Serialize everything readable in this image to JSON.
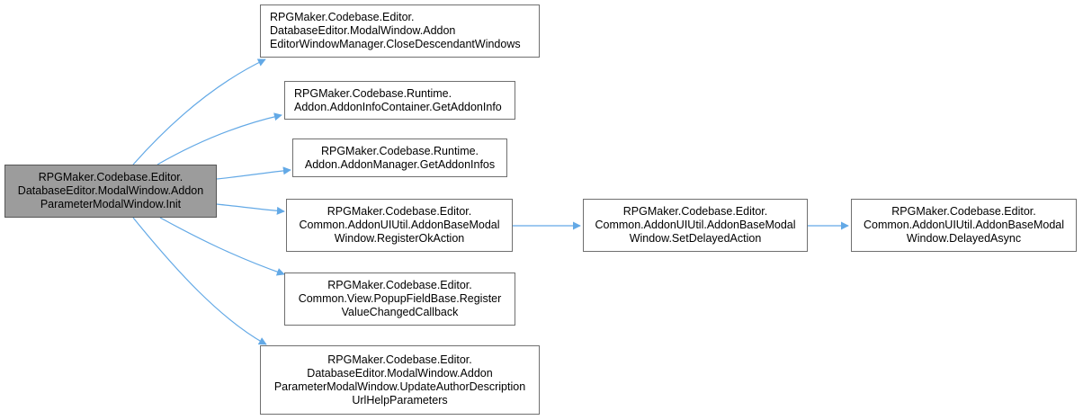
{
  "colors": {
    "edge": "#63a9e6",
    "root_fill": "#9c9c9c",
    "node_border": "#6f6f6f"
  },
  "nodes": {
    "root": {
      "lines": [
        "RPGMaker.Codebase.Editor.",
        "DatabaseEditor.ModalWindow.Addon",
        "ParameterModalWindow.Init"
      ]
    },
    "close": {
      "lines": [
        "RPGMaker.Codebase.Editor.",
        "DatabaseEditor.ModalWindow.Addon",
        "EditorWindowManager.CloseDescendantWindows"
      ]
    },
    "getinfo": {
      "lines": [
        "RPGMaker.Codebase.Runtime.",
        "Addon.AddonInfoContainer.GetAddonInfo"
      ]
    },
    "getinfos": {
      "lines": [
        "RPGMaker.Codebase.Runtime.",
        "Addon.AddonManager.GetAddonInfos"
      ]
    },
    "regok": {
      "lines": [
        "RPGMaker.Codebase.Editor.",
        "Common.AddonUIUtil.AddonBaseModal",
        "Window.RegisterOkAction"
      ]
    },
    "popup": {
      "lines": [
        "RPGMaker.Codebase.Editor.",
        "Common.View.PopupFieldBase.Register",
        "ValueChangedCallback"
      ]
    },
    "update": {
      "lines": [
        "RPGMaker.Codebase.Editor.",
        "DatabaseEditor.ModalWindow.Addon",
        "ParameterModalWindow.UpdateAuthorDescription",
        "UrlHelpParameters"
      ]
    },
    "setdel": {
      "lines": [
        "RPGMaker.Codebase.Editor.",
        "Common.AddonUIUtil.AddonBaseModal",
        "Window.SetDelayedAction"
      ]
    },
    "delasync": {
      "lines": [
        "RPGMaker.Codebase.Editor.",
        "Common.AddonUIUtil.AddonBaseModal",
        "Window.DelayedAsync"
      ]
    }
  },
  "edges": [
    [
      "root",
      "close"
    ],
    [
      "root",
      "getinfo"
    ],
    [
      "root",
      "getinfos"
    ],
    [
      "root",
      "regok"
    ],
    [
      "root",
      "popup"
    ],
    [
      "root",
      "update"
    ],
    [
      "regok",
      "setdel"
    ],
    [
      "setdel",
      "delasync"
    ]
  ]
}
